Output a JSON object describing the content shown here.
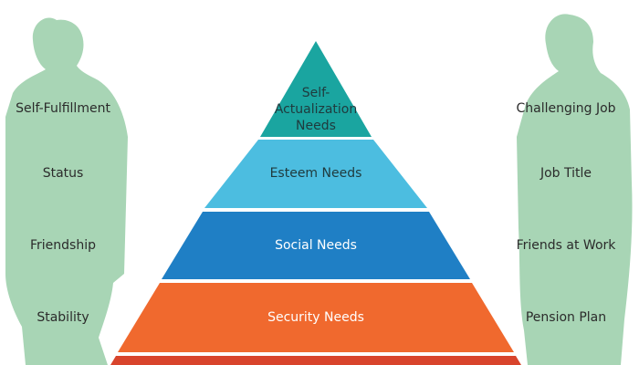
{
  "colors": {
    "silhouette": "#a8d5b5",
    "tier_self_actualization": "#1aa5a0",
    "tier_esteem": "#4cbde0",
    "tier_social": "#1f7fc5",
    "tier_security": "#f0692e",
    "tier_base": "#d8442c"
  },
  "pyramid": {
    "tiers": [
      {
        "label": "Self-Actualization Needs",
        "lines": [
          "Self-",
          "Actualization",
          "Needs"
        ]
      },
      {
        "label": "Esteem Needs"
      },
      {
        "label": "Social Needs"
      },
      {
        "label": "Security Needs"
      }
    ]
  },
  "left_column": {
    "items": [
      "Self-Fulfillment",
      "Status",
      "Friendship",
      "Stability"
    ]
  },
  "right_column": {
    "items": [
      "Challenging Job",
      "Job Title",
      "Friends at Work",
      "Pension Plan"
    ]
  }
}
